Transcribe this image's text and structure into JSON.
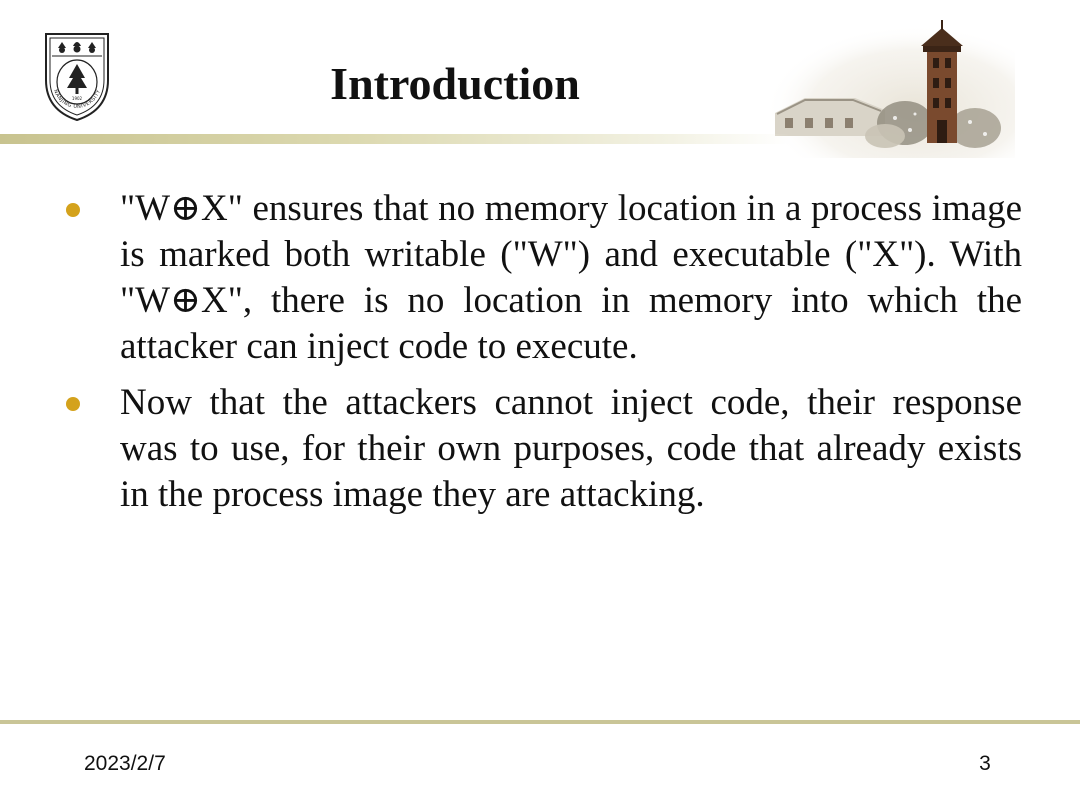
{
  "slide": {
    "title": "Introduction",
    "bullets": [
      {
        "text": "\"W⊕X\" ensures that no memory location in a process image is marked both writable (\"W\") and executable (\"X\"). With \"W⊕X\", there is no location in memory into which the attacker can inject code to execute."
      },
      {
        "text": "Now that the attackers cannot inject code, their response was to use, for their own purposes, code that already exists in the process image they are attacking."
      }
    ],
    "footer": {
      "date": "2023/2/7",
      "page_number": "3"
    }
  },
  "graphics": {
    "logo": "nanjing-university-seal-icon",
    "logo_text": "NANJING UNIVERSITY",
    "logo_year": "1902",
    "header_picture": "campus-tower-picture"
  },
  "colors": {
    "bullet": "#d4a21c",
    "rule": "#c9c597",
    "text": "#111111",
    "background": "#ffffff"
  }
}
